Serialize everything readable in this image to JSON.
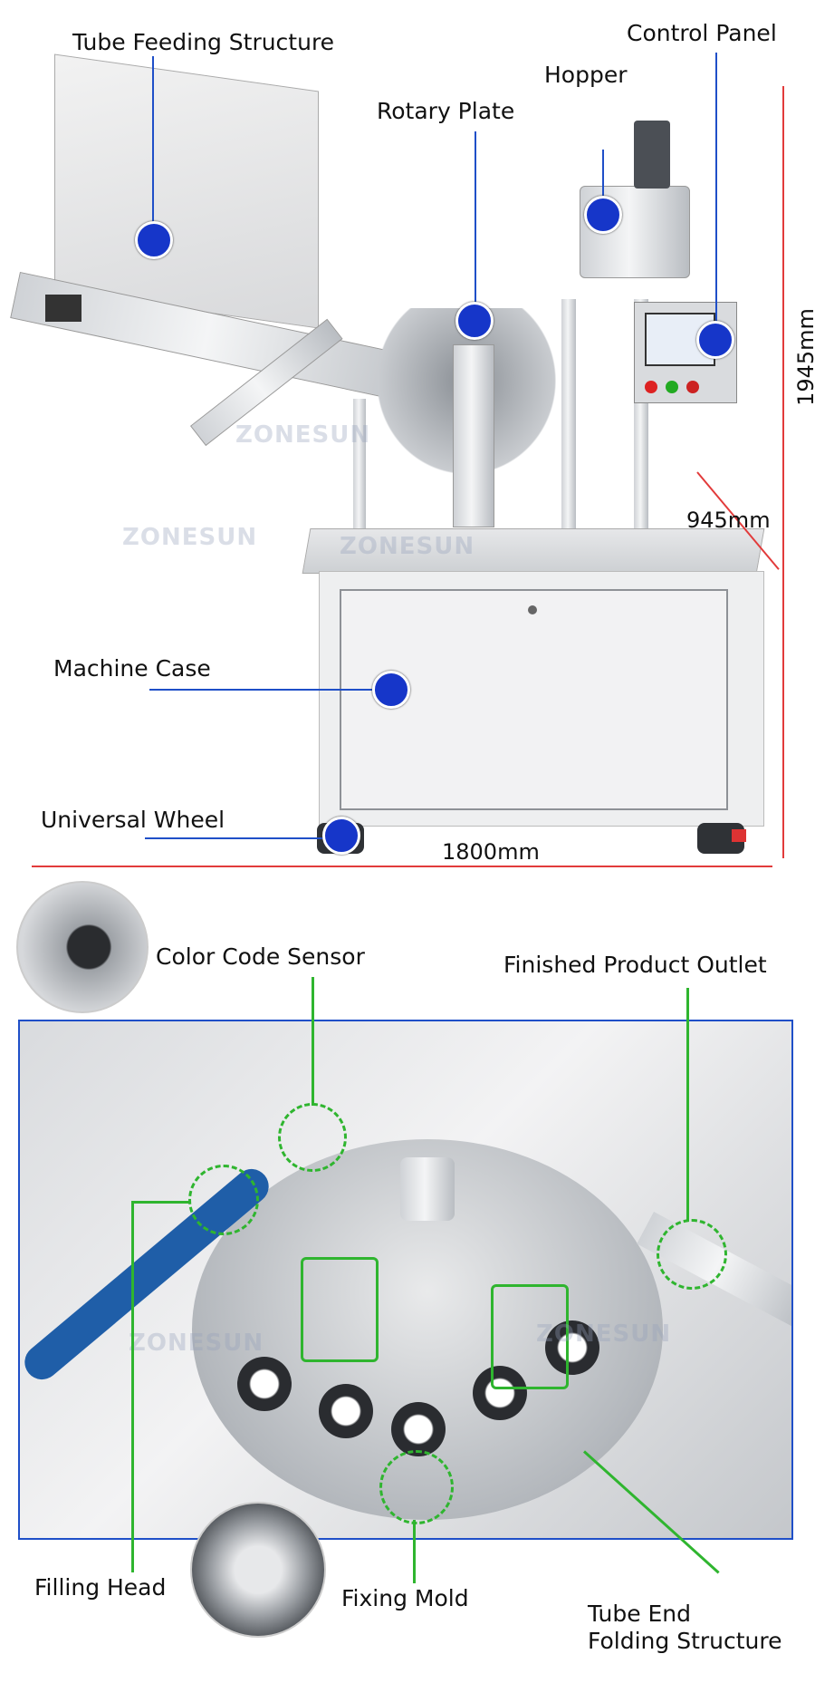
{
  "top_diagram": {
    "labels": {
      "tube_feeding": "Tube Feeding Structure",
      "rotary_plate": "Rotary Plate",
      "hopper": "Hopper",
      "control_panel": "Control Panel",
      "machine_case": "Machine Case",
      "universal_wheel": "Universal Wheel"
    },
    "dimensions": {
      "height": "1945mm",
      "depth": "945mm",
      "width": "1800mm"
    },
    "watermark": "ZONESUN"
  },
  "bottom_diagram": {
    "labels": {
      "color_code_sensor": "Color Code Sensor",
      "finished_product_outlet": "Finished Product Outlet",
      "filling_head": "Filling Head",
      "fixing_mold": "Fixing Mold",
      "tube_end_line1": "Tube End",
      "tube_end_line2": "Folding Structure"
    },
    "frame_color": "#1f4fc8",
    "callout_color": "#2fb52f"
  },
  "colors": {
    "dot": "#1636c9",
    "dimension_line": "#e23b3b"
  }
}
